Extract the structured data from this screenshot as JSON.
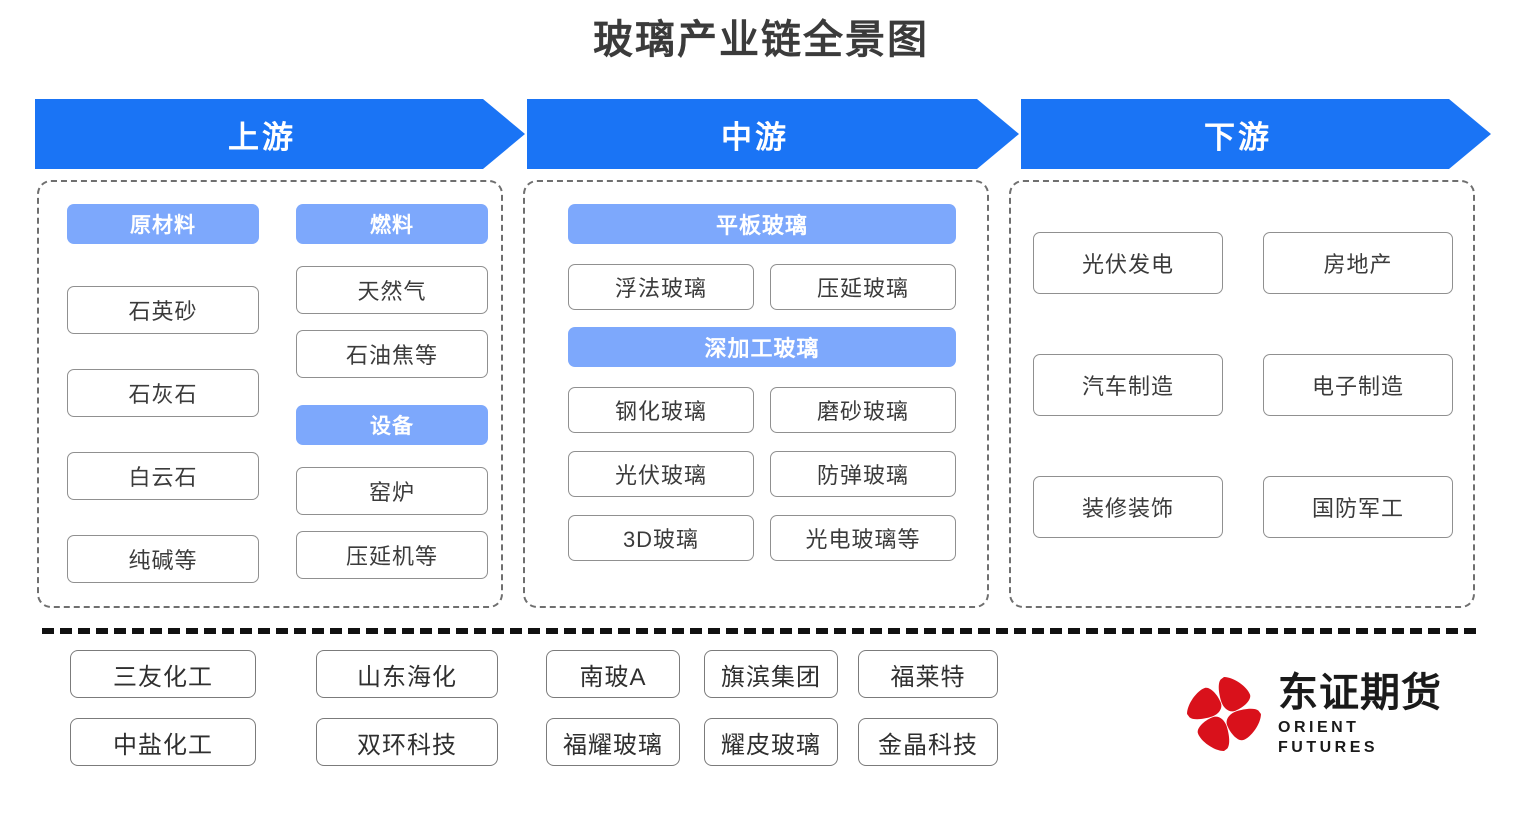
{
  "page": {
    "title": "玻璃产业链全景图",
    "background": "#ffffff"
  },
  "colors": {
    "banner_blue": "#1a74f5",
    "header_blue": "#7da8fc",
    "box_border": "#909090",
    "divider_black": "#111111",
    "logo_red": "#d9111b",
    "text_dark": "#3b3b3b"
  },
  "banners": [
    {
      "label": "上游"
    },
    {
      "label": "中游"
    },
    {
      "label": "下游"
    }
  ],
  "stages": {
    "upstream": {
      "columns": [
        {
          "header": "原材料",
          "items": [
            "石英砂",
            "石灰石",
            "白云石",
            "纯碱等"
          ]
        },
        {
          "header": "燃料",
          "items": [
            "天然气",
            "石油焦等"
          ],
          "header2": "设备",
          "items2": [
            "窑炉",
            "压延机等"
          ]
        }
      ]
    },
    "midstream": {
      "group1": {
        "header": "平板玻璃",
        "rows": [
          [
            "浮法玻璃",
            "压延玻璃"
          ]
        ]
      },
      "group2": {
        "header": "深加工玻璃",
        "rows": [
          [
            "钢化玻璃",
            "磨砂玻璃"
          ],
          [
            "光伏玻璃",
            "防弹玻璃"
          ],
          [
            "3D玻璃",
            "光电玻璃等"
          ]
        ]
      }
    },
    "downstream": {
      "rows": [
        [
          "光伏发电",
          "房地产"
        ],
        [
          "汽车制造",
          "电子制造"
        ],
        [
          "装修装饰",
          "国防军工"
        ]
      ]
    }
  },
  "companies": {
    "groups": [
      {
        "items": [
          "三友化工",
          "中盐化工"
        ]
      },
      {
        "items": [
          "山东海化",
          "双环科技"
        ]
      },
      {
        "items": [
          "南玻A",
          "福耀玻璃"
        ]
      },
      {
        "items": [
          "旗滨集团",
          "耀皮玻璃"
        ]
      },
      {
        "items": [
          "福莱特",
          "金晶科技"
        ]
      }
    ]
  },
  "logo": {
    "cn": "东证期货",
    "en": "ORIENT FUTURES"
  }
}
